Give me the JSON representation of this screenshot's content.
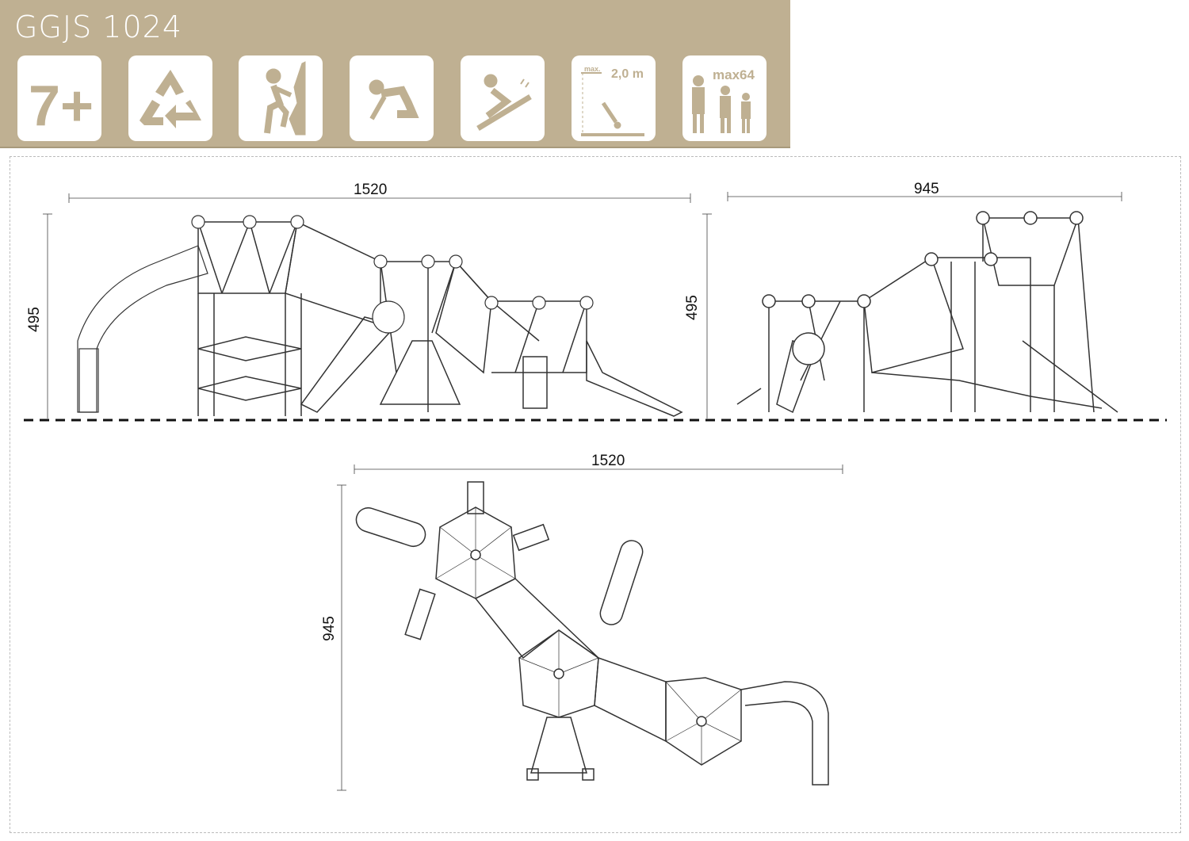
{
  "header": {
    "title": "GGJS 1024",
    "background": "#bfb092"
  },
  "pictograms": [
    {
      "name": "age-icon",
      "label": "7+"
    },
    {
      "name": "recycle-icon"
    },
    {
      "name": "climbing-icon"
    },
    {
      "name": "crawling-icon"
    },
    {
      "name": "sliding-icon"
    },
    {
      "name": "fall-height-icon",
      "label_max": "max.",
      "label_value": "2,0 m"
    },
    {
      "name": "capacity-icon",
      "label": "max64"
    }
  ],
  "dimensions": {
    "side_view_width": "1520",
    "side_view_height": "495",
    "front_view_width": "945",
    "front_view_height": "495",
    "top_view_width": "1520",
    "top_view_height": "945"
  }
}
